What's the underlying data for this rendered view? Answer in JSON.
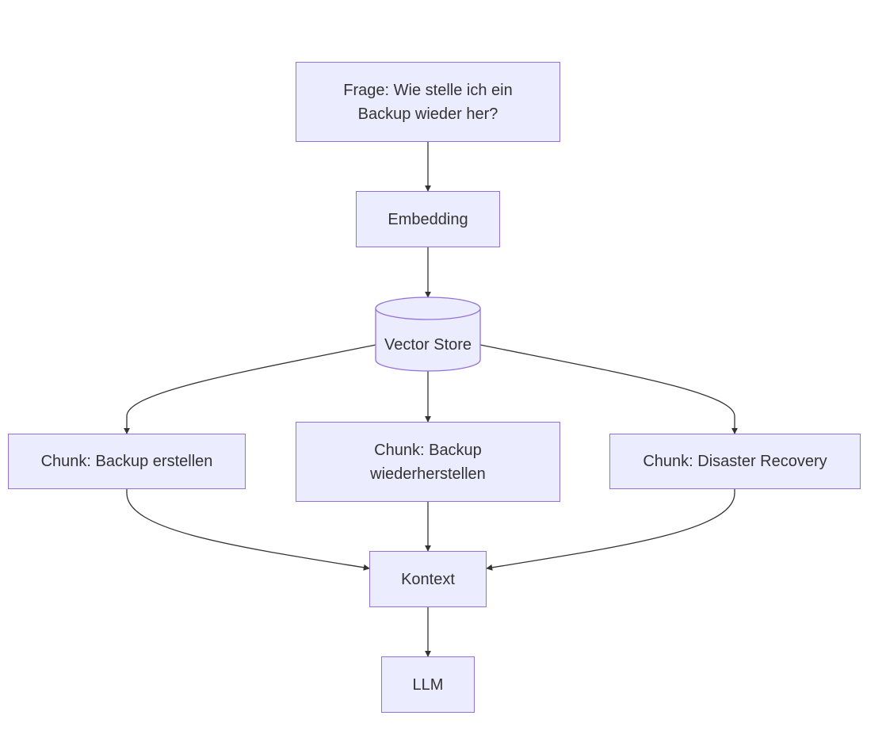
{
  "diagram": {
    "nodes": {
      "frage": "Frage: Wie stelle ich ein Backup wieder her?",
      "embedding": "Embedding",
      "vector_store": "Vector Store",
      "chunk_backup_erstellen": "Chunk: Backup erstellen",
      "chunk_backup_wiederherstellen": "Chunk: Backup wiederherstellen",
      "chunk_disaster_recovery": "Chunk: Disaster Recovery",
      "kontext": "Kontext",
      "llm": "LLM"
    },
    "edges": [
      [
        "frage",
        "embedding"
      ],
      [
        "embedding",
        "vector_store"
      ],
      [
        "vector_store",
        "chunk_backup_erstellen"
      ],
      [
        "vector_store",
        "chunk_backup_wiederherstellen"
      ],
      [
        "vector_store",
        "chunk_disaster_recovery"
      ],
      [
        "chunk_backup_erstellen",
        "kontext"
      ],
      [
        "chunk_backup_wiederherstellen",
        "kontext"
      ],
      [
        "chunk_disaster_recovery",
        "kontext"
      ],
      [
        "kontext",
        "llm"
      ]
    ],
    "colors": {
      "node_fill": "#ececff",
      "node_stroke": "#9370db",
      "edge": "#333333",
      "text": "#333333"
    }
  }
}
